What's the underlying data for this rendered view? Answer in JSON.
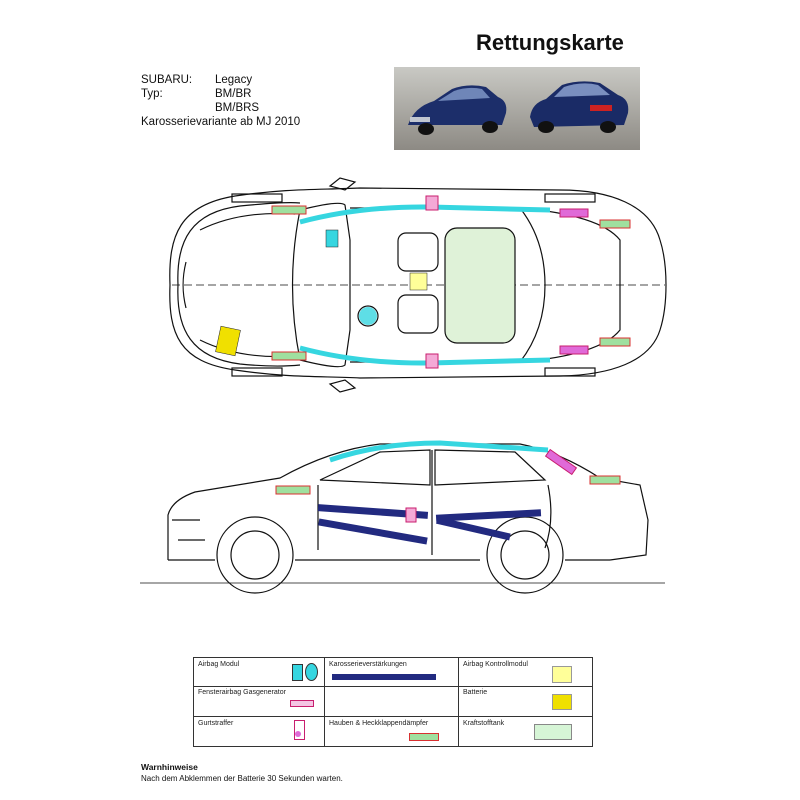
{
  "title": "Rettungskarte",
  "vehicle": {
    "make_label": "SUBARU:",
    "make_value": "Legacy",
    "type_label": "Typ:",
    "type_value1": "BM/BR",
    "type_value2": "BM/BRS",
    "body_variant": "Karosserievariante ab MJ 2010"
  },
  "legend": {
    "airbag_module": "Airbag Modul",
    "body_reinforcement": "Karosserieverstärkungen",
    "airbag_control": "Airbag Kontrollmodul",
    "window_airbag": "Fensterairbag Gasgenerator",
    "battery": "Batterie",
    "belt_tensioner": "Gurtstraffer",
    "hood_damper": "Hauben & Heckklappendämpfer",
    "fuel_tank": "Kraftstofftank"
  },
  "warning": {
    "heading": "Warnhinweise",
    "text": "Nach dem Abklemmen der Batterie 30 Sekunden warten."
  },
  "colors": {
    "airbag": "#36d6e0",
    "reinforcement": "#222a80",
    "control_module": "#ffff99",
    "battery": "#f0e000",
    "window_airbag": "#c81e6e",
    "belt": "#e06ad8",
    "damper": "#d83030",
    "fuel_tank": "#d6f5d6"
  }
}
